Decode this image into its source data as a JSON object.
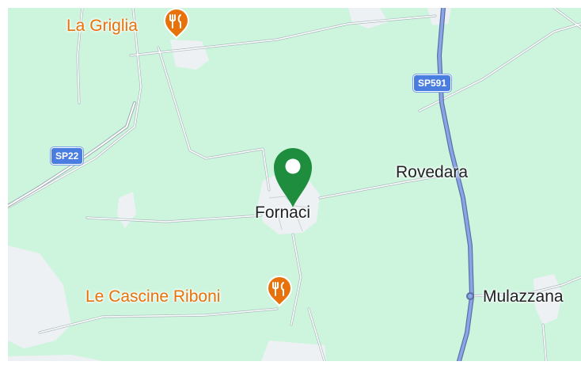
{
  "map": {
    "colors": {
      "land": "#cdf5dd",
      "urban": "#eef1f3",
      "road_minor": "#ffffff",
      "road_outline": "#a8b8bc",
      "highway": "#8aa4e8",
      "highway_outline": "#5c6fa3",
      "poi": "#e8710a",
      "marker": "#1e8e3e",
      "shield": "#4a7de0"
    },
    "places": {
      "fornaci": "Fornaci",
      "rovedara": "Rovedara",
      "mulazzana": "Mulazzana"
    },
    "pois": {
      "la_griglia": {
        "name": "La Griglia",
        "icon": "restaurant-icon"
      },
      "le_cascine_riboni": {
        "name": "Le Cascine Riboni",
        "icon": "restaurant-icon"
      }
    },
    "roads": {
      "sp591": "SP591",
      "sp22": "SP22"
    },
    "marker": {
      "icon": "location-pin-icon",
      "place": "Fornaci"
    }
  }
}
